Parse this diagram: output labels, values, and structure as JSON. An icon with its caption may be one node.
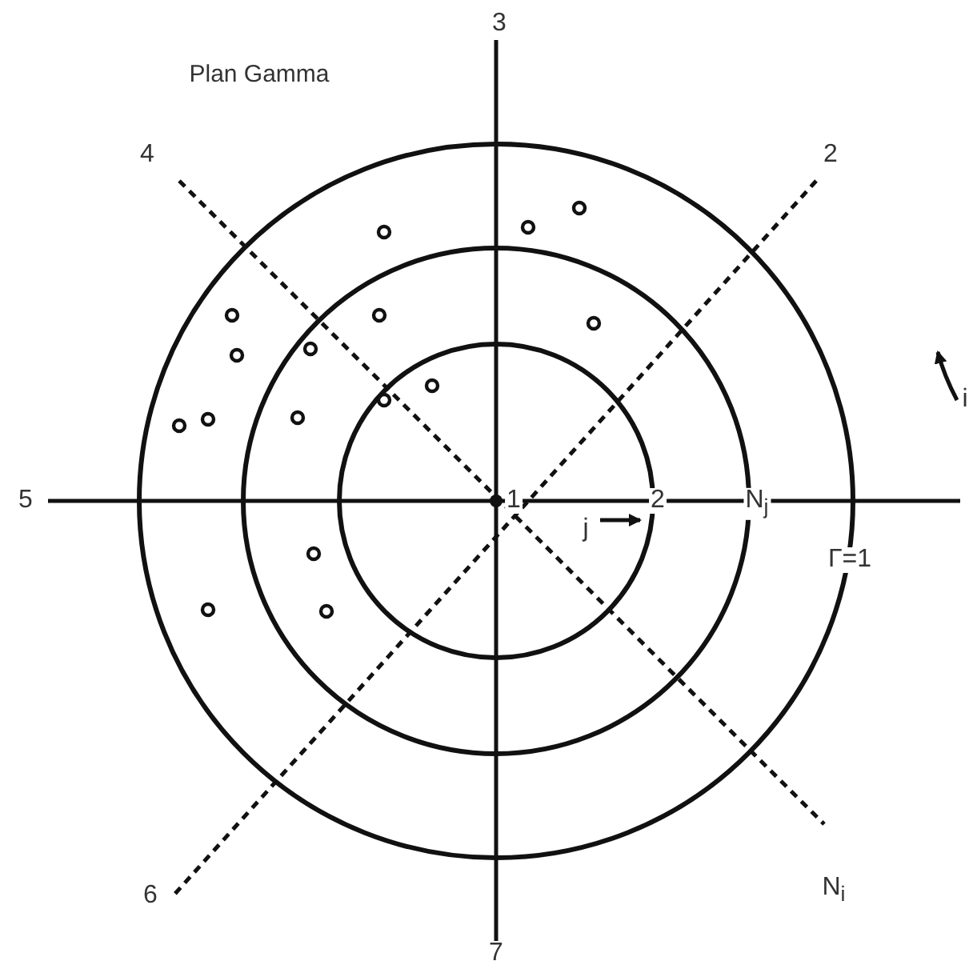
{
  "diagram": {
    "title": "Plan Gamma",
    "labels": [
      "3",
      "4",
      "2",
      "5",
      "1",
      "2",
      "N$_{j}$",
      "j",
      "Γ=1",
      "i",
      "6",
      "N$_{i}$",
      "7"
    ]
  }
}
